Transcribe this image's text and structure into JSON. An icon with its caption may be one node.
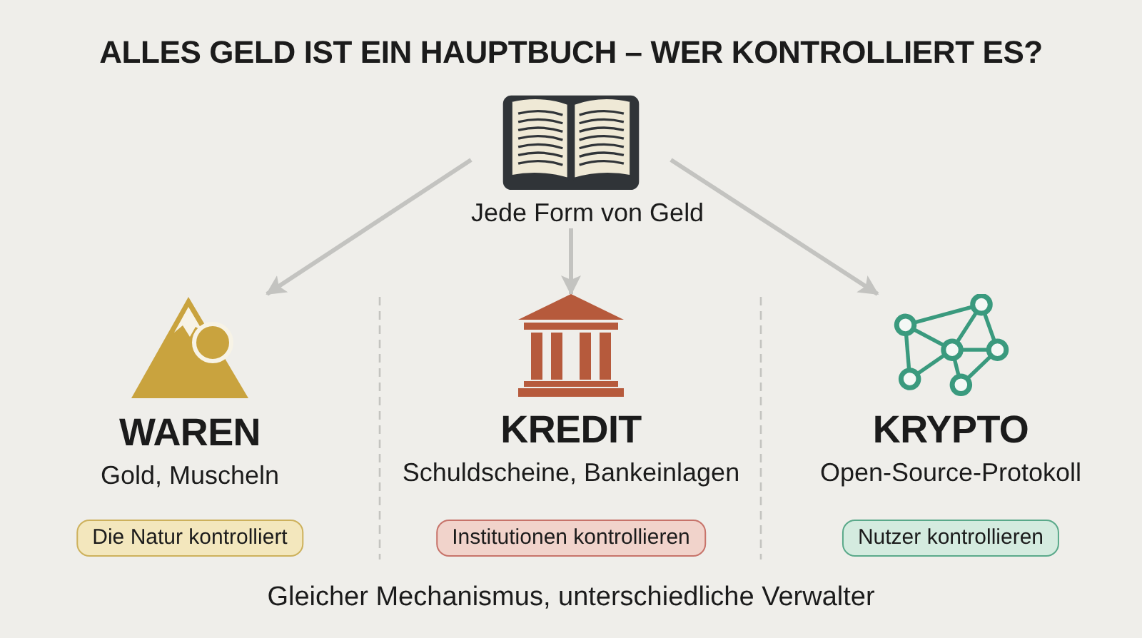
{
  "diagram": {
    "title": "ALLES GELD IST EIN HAUPTBUCH – WER KONTROLLIERT ES?",
    "caption": "Gleicher Mechanismus, unterschiedliche Verwalter",
    "nodes": [
      {
        "text": [
          "Jede Form von Geld"
        ]
      },
      {
        "text": [
          "WAREN",
          "Gold, Muscheln"
        ]
      },
      {
        "text": [
          "Die Natur kontrolliert"
        ]
      },
      {
        "text": [
          "KREDIT",
          "Schuldscheine, Bankeinlagen"
        ]
      },
      {
        "text": [
          "Institutionen kontrollieren"
        ]
      },
      {
        "text": [
          "KRYPTO",
          "Open-Source-Protokoll"
        ]
      },
      {
        "text": [
          "Nutzer kontrollieren"
        ]
      }
    ],
    "edges": [
      {
        "from": 0,
        "to": 1,
        "arrow": "to"
      },
      {
        "from": 0,
        "to": 3,
        "arrow": "to"
      },
      {
        "from": 0,
        "to": 5,
        "arrow": "to"
      }
    ]
  }
}
